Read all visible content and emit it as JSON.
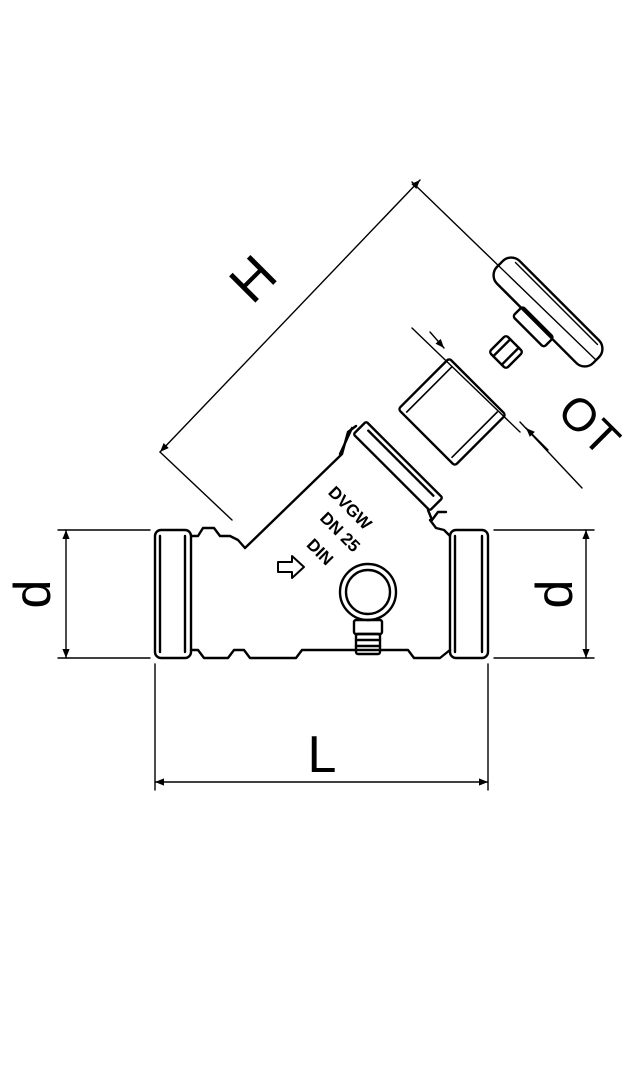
{
  "dimensions": {
    "overall_height": "H",
    "handwheel_diameter": "OT",
    "pipe_diameter_left": "d",
    "pipe_diameter_right": "d",
    "overall_length": "L"
  },
  "markings": {
    "line1": "DVGW",
    "line2": "DN 25",
    "line3": "DIN"
  },
  "colors": {
    "ink": "#000000",
    "paper": "#ffffff"
  },
  "icons": {
    "flow_direction": "arrow-right-outline"
  }
}
